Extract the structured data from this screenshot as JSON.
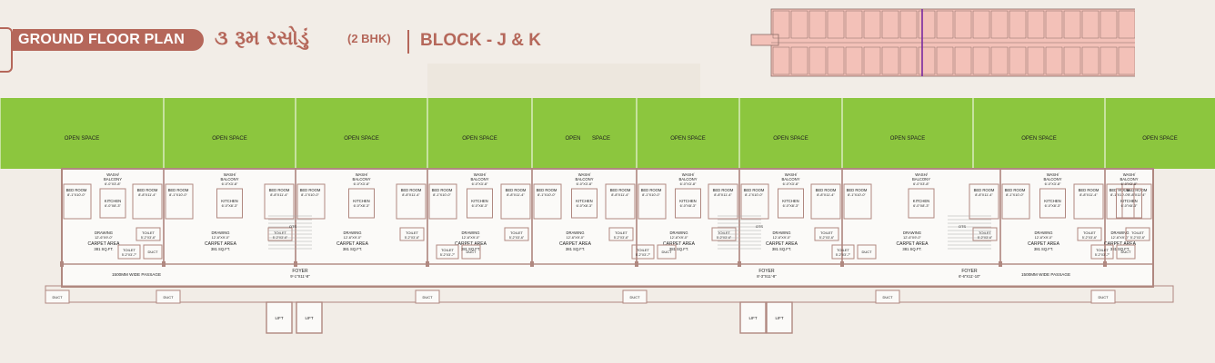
{
  "header": {
    "plan_title": "GROUND FLOOR PLAN",
    "gujarati_title": "૩ રૂમ રસોડું",
    "bhk": "(2 BHK)",
    "block": "BLOCK - J & K"
  },
  "colors": {
    "accent": "#b5675a",
    "green": "#8cc63e",
    "wall": "#b08880",
    "keyplan_fill": "#f3c1b8"
  },
  "plan": {
    "open_space_label": "OPEN SPACE",
    "open_space_split": [
      "OPEN",
      "SPACE"
    ],
    "room_labels": {
      "bedroom": "BED ROOM",
      "wash": "WASH/",
      "balcony": "BALCONY",
      "kitchen": "KITCHEN",
      "drawing": "DRAWING",
      "toilet": "TOILET",
      "duct": "DUCT",
      "carpet": "CARPET AREA",
      "sqft": "381 SQ.FT.",
      "foyer": "FOYER",
      "lift": "LIFT",
      "otsd": "OTS",
      "passage": "1500MM WIDE PASSAGE"
    },
    "dims": {
      "bed_a": "8'-1\"X10'-0\"",
      "bed_b": "8'-8\"X11'-4\"",
      "wash": "6'-0\"X3'-8\"",
      "kitchen": "6'-0\"X8'-3\"",
      "drawing": "12'-6\"X9'-0\"",
      "toilet_a": "5'-2\"X3'-6\"",
      "toilet_b": "5'-2\"X3'-7\"",
      "foyer_1": "9'-1\"X11'-8\"",
      "foyer_2": "8'-3\"X11'-8\"",
      "foyer_3": "6'-6\"X11'-10\""
    }
  }
}
